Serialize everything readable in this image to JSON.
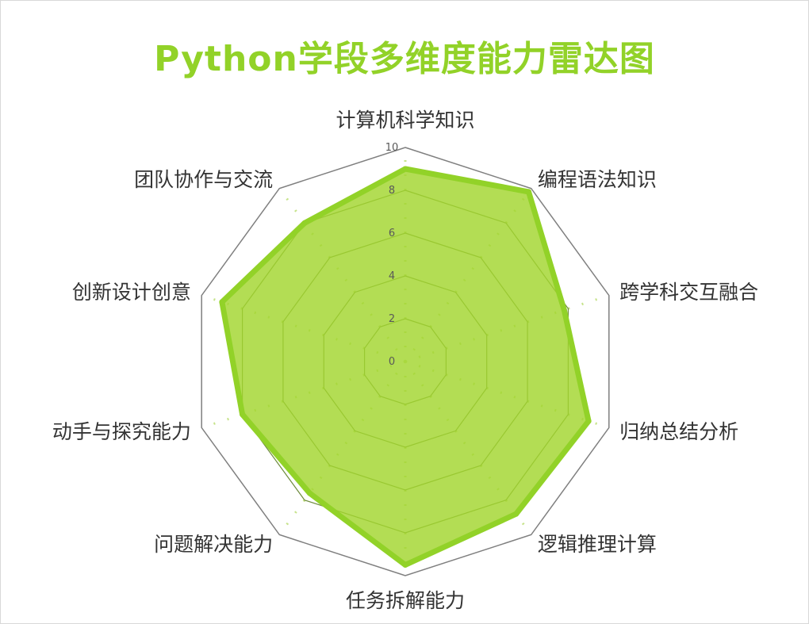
{
  "chart_data": {
    "type": "radar",
    "title": "Python学段多维度能力雷达图",
    "categories": [
      "计算机科学知识",
      "编程语法知识",
      "跨学科交互融合",
      "归纳总结分析",
      "逻辑推理计算",
      "任务拆解能力",
      "问题解决能力",
      "动手与探究能力",
      "创新设计创意",
      "团队协作与交流"
    ],
    "series": [
      {
        "values": [
          9.0,
          9.8,
          7.8,
          9.0,
          8.8,
          9.5,
          7.6,
          8.0,
          9.0,
          8.0
        ]
      }
    ],
    "rlim": [
      0,
      10
    ],
    "ticks": [
      "0",
      "2",
      "4",
      "6",
      "8",
      "10"
    ],
    "colors": {
      "fill": "#a2d62e",
      "line": "#92d228",
      "outer_ring": "#7f7f7f",
      "inner_ring": "#6e8b3d",
      "guide": "#c6e38a",
      "title": "#92d228"
    }
  }
}
